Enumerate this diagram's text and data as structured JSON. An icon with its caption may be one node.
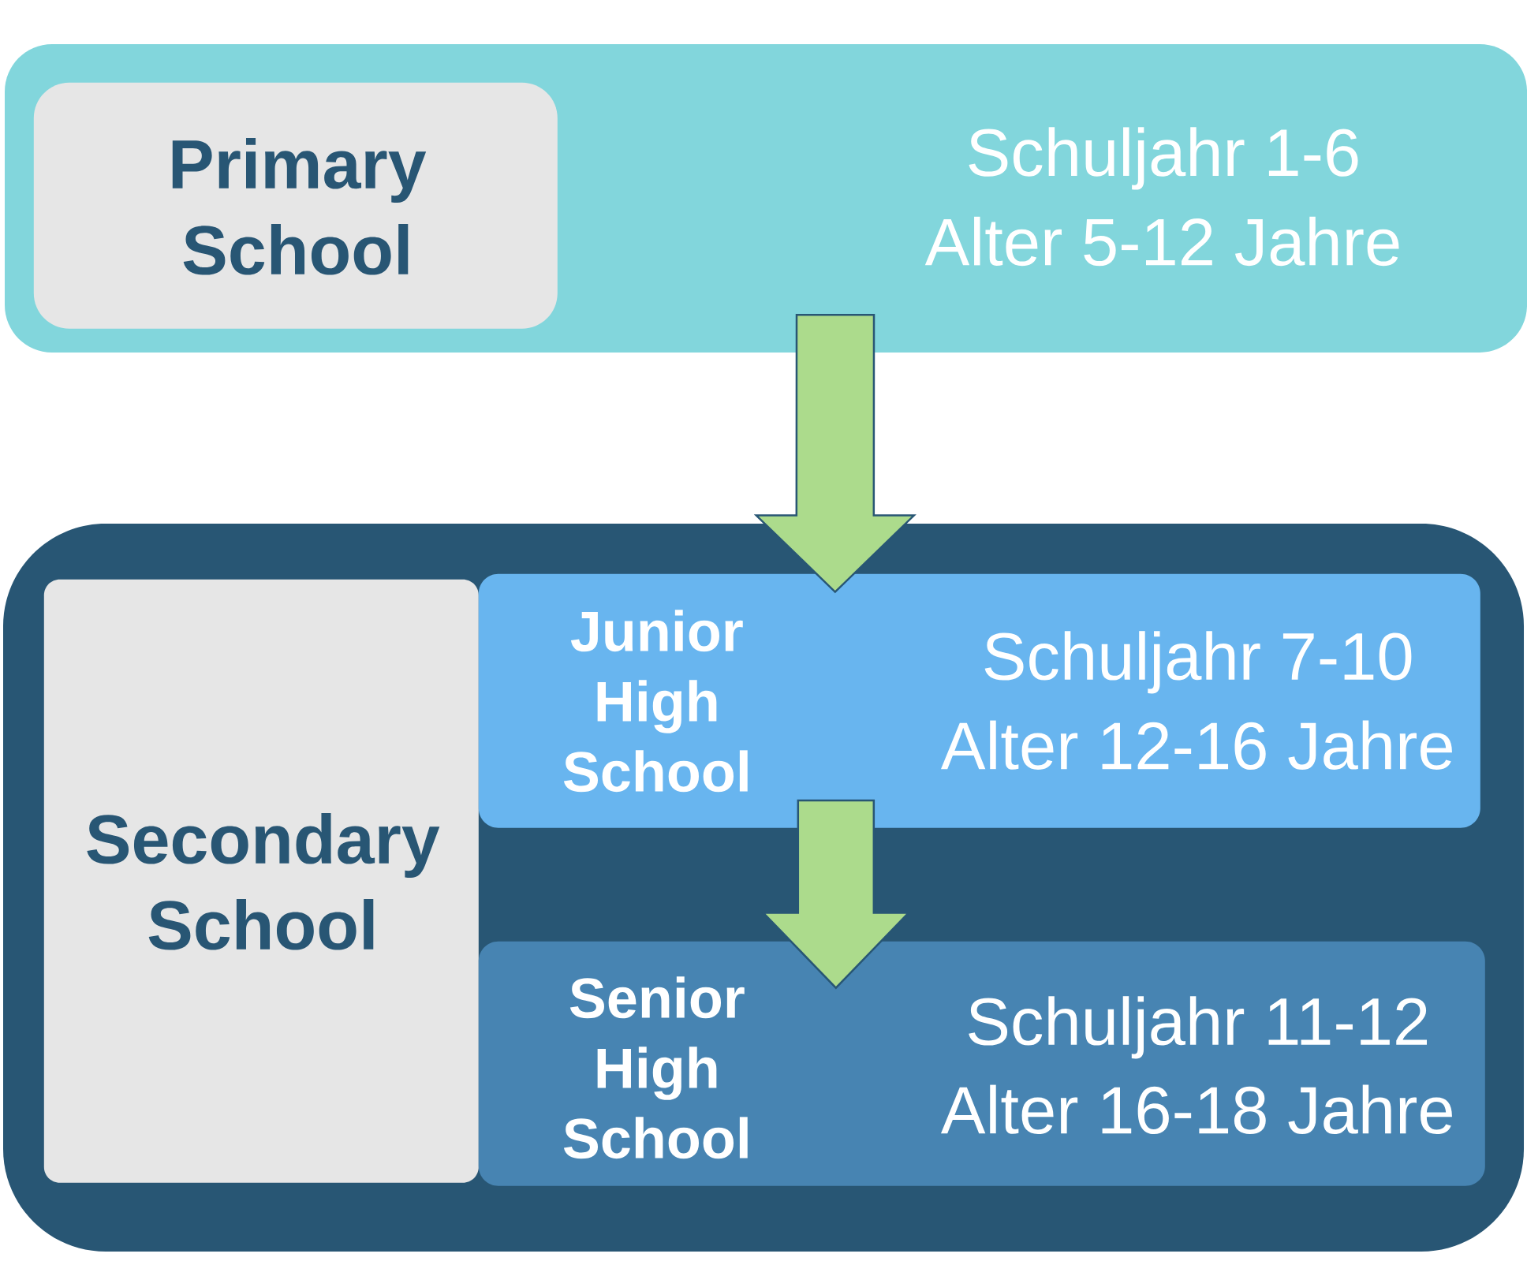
{
  "diagram": {
    "nodes": [
      {
        "text": [
          "Schuljahr 1-6",
          "Alter 5-12 Jahre"
        ]
      },
      {
        "text": [
          "Primary School"
        ],
        "in": 0
      },
      {
        "text": [],
        "shape": "box"
      },
      {
        "text": [
          "Secondary School"
        ],
        "in": 2
      },
      {
        "text": [
          "Junior High School",
          "Schuljahr 7-10",
          "Alter 12-16 Jahre"
        ],
        "in": 2
      },
      {
        "text": [
          "Senior High School",
          "Schuljahr 11-12",
          "Alter 16-18 Jahre"
        ],
        "in": 2
      }
    ],
    "edges": [
      {
        "from": 0,
        "to": 4,
        "arrow": "to"
      },
      {
        "from": 4,
        "to": 5,
        "arrow": "to"
      }
    ]
  }
}
